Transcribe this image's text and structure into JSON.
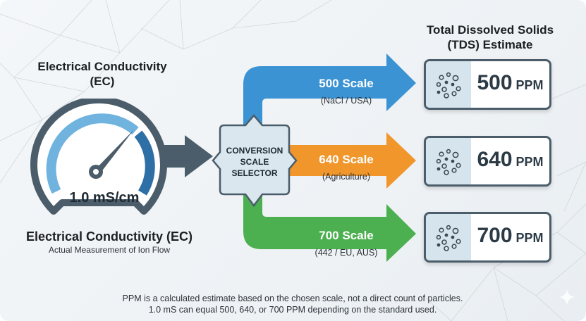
{
  "input": {
    "heading_line1": "Electrical Conductivity",
    "heading_line2": "(EC)",
    "gauge_reading": "1.0 mS/cm",
    "gauge_fill_fraction": 0.75,
    "label": "Electrical Conductivity (EC)",
    "sublabel": "Actual Measurement of Ion Flow"
  },
  "selector": {
    "line1": "CONVERSION",
    "line2": "SCALE",
    "line3": "SELECTOR"
  },
  "scales": [
    {
      "title": "500 Scale",
      "subtitle": "(NaCl / USA)",
      "color": "#3b93d3"
    },
    {
      "title": "640 Scale",
      "subtitle": "(Agriculture)",
      "color": "#f0962b"
    },
    {
      "title": "700 Scale",
      "subtitle": "(442 / EU, AUS)",
      "color": "#4caf50"
    }
  ],
  "output": {
    "heading_line1": "Total Dissolved Solids",
    "heading_line2": "(TDS) Estimate",
    "results": [
      {
        "value": "500",
        "unit": "PPM",
        "icon": "particles-icon"
      },
      {
        "value": "640",
        "unit": "PPM",
        "icon": "particles-icon"
      },
      {
        "value": "700",
        "unit": "PPM",
        "icon": "particles-icon"
      }
    ]
  },
  "footnote": {
    "line1": "PPM is a calculated estimate based on the chosen scale, not a direct count of particles.",
    "line2": "1.0 mS can equal 500, 640, or 700 PPM depending on the standard used."
  },
  "colors": {
    "dark_slate": "#4b5d6a",
    "gauge_light": "#6fb3de",
    "gauge_dark": "#2e6fa6",
    "selector_fill": "#dbe7ef"
  }
}
